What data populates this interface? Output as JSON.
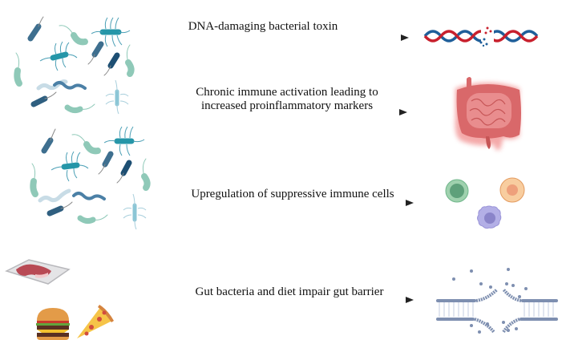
{
  "title": "Mechanisms linking gut bacteria and diet to disease",
  "rows": [
    {
      "id": "dna",
      "label_lines": [
        "DNA-damaging bacterial toxin"
      ],
      "source_icon": "bacteria-cluster",
      "target_icon": "damaged-dna"
    },
    {
      "id": "inflammation",
      "label_lines": [
        "Chronic immune activation leading to",
        "increased proinflammatory markers"
      ],
      "source_icon": "bacteria-cluster",
      "target_icon": "inflamed-intestine"
    },
    {
      "id": "immune",
      "label_lines": [
        "Upregulation of suppressive immune cells"
      ],
      "source_icon": "bacteria-cluster",
      "target_icon": "immune-cells"
    },
    {
      "id": "barrier",
      "label_lines": [
        "Gut bacteria and diet impair gut barrier"
      ],
      "source_icon": "diet-foods",
      "target_icon": "disrupted-membrane"
    }
  ],
  "colors": {
    "arrow": "#222222",
    "dna_red": "#c8202d",
    "dna_blue": "#1f5f9a",
    "intestine": "#d9686a",
    "cell_green": "#6fb68a",
    "cell_orange": "#f2b27e",
    "cell_purple": "#9a94d8",
    "membrane": "#7e8fb0"
  }
}
